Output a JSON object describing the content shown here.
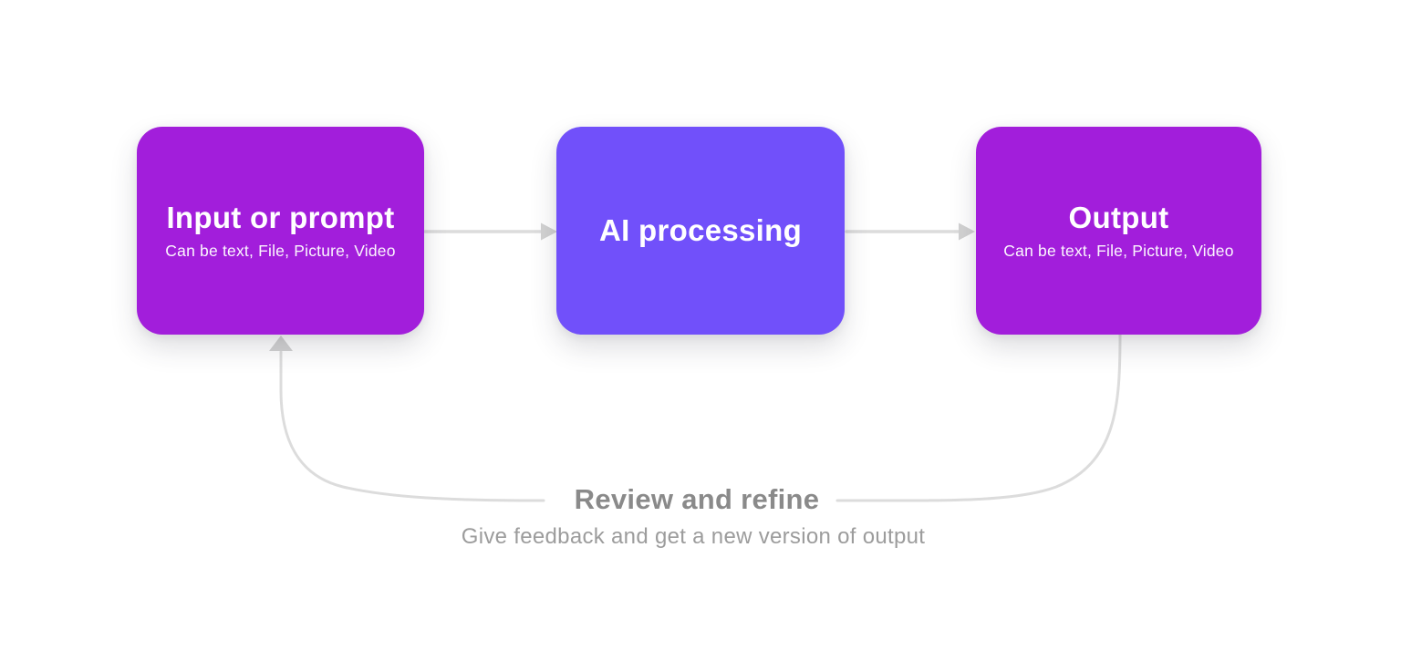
{
  "diagram": {
    "background_color": "#ffffff",
    "nodes": [
      {
        "id": "input",
        "title": "Input or prompt",
        "subtitle": "Can be text, File, Picture, Video",
        "color": "#a21edb",
        "text_color": "#ffffff"
      },
      {
        "id": "processing",
        "title": "AI processing",
        "subtitle": "",
        "color": "#7150fa",
        "text_color": "#ffffff"
      },
      {
        "id": "output",
        "title": "Output",
        "subtitle": "Can be text, File, Picture, Video",
        "color": "#a21edb",
        "text_color": "#ffffff"
      }
    ],
    "connectors": {
      "line_color": "#dcdcdc",
      "arrowhead_color": "#d2d2d2",
      "links": [
        {
          "from": "input",
          "to": "processing",
          "type": "straight-arrow"
        },
        {
          "from": "processing",
          "to": "output",
          "type": "straight-arrow"
        },
        {
          "from": "output",
          "to": "input",
          "type": "feedback-loop"
        }
      ]
    },
    "feedback": {
      "label": "Review and refine",
      "sublabel": "Give feedback and get a new version of output",
      "label_color": "#8a8a8a",
      "sublabel_color": "#9c9c9c"
    }
  }
}
